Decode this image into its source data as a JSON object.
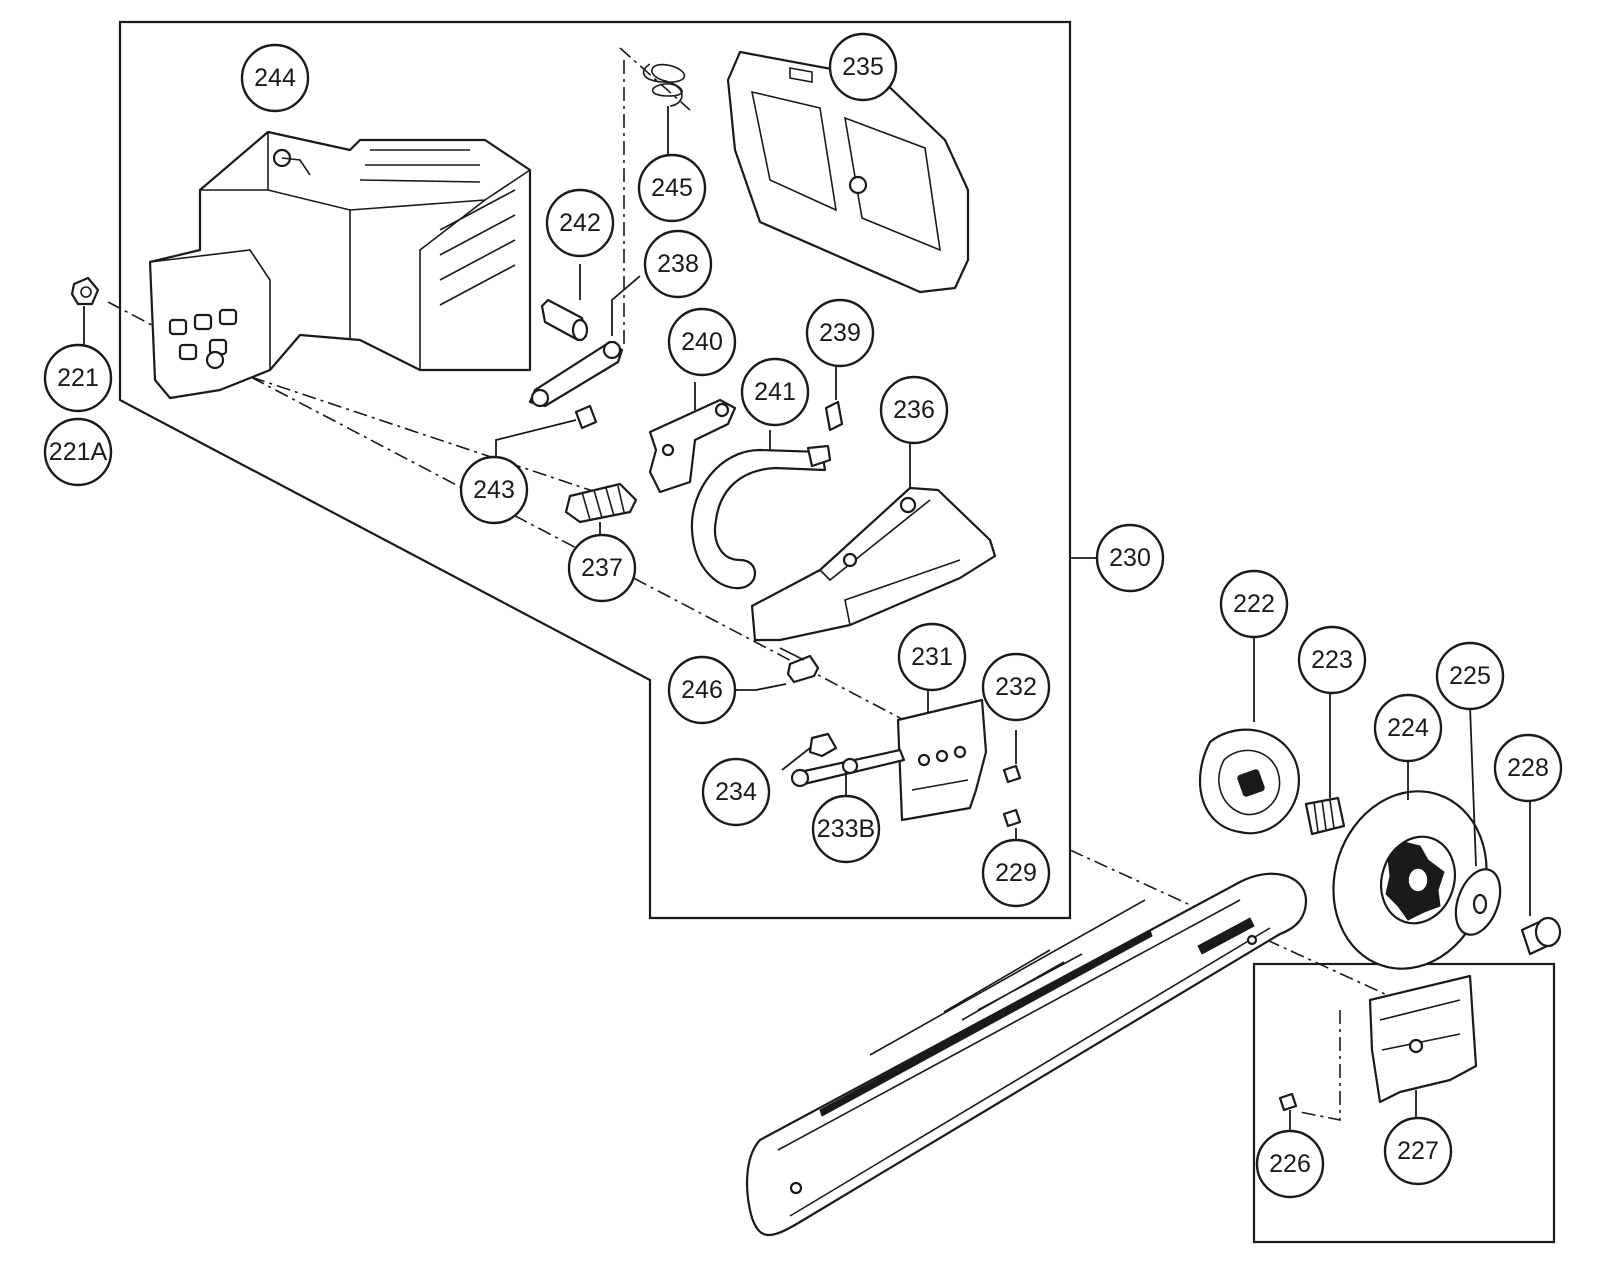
{
  "diagram": {
    "callouts": {
      "c221": "221",
      "c221a": "221A",
      "c222": "222",
      "c223": "223",
      "c224": "224",
      "c225": "225",
      "c226": "226",
      "c227": "227",
      "c228": "228",
      "c229": "229",
      "c230": "230",
      "c231": "231",
      "c232": "232",
      "c233b": "233B",
      "c234": "234",
      "c235": "235",
      "c236": "236",
      "c237": "237",
      "c238": "238",
      "c239": "239",
      "c240": "240",
      "c241": "241",
      "c242": "242",
      "c243": "243",
      "c244": "244",
      "c245": "245",
      "c246": "246"
    },
    "colors": {
      "ink": "#1a1a1a",
      "paper": "#ffffff"
    }
  }
}
